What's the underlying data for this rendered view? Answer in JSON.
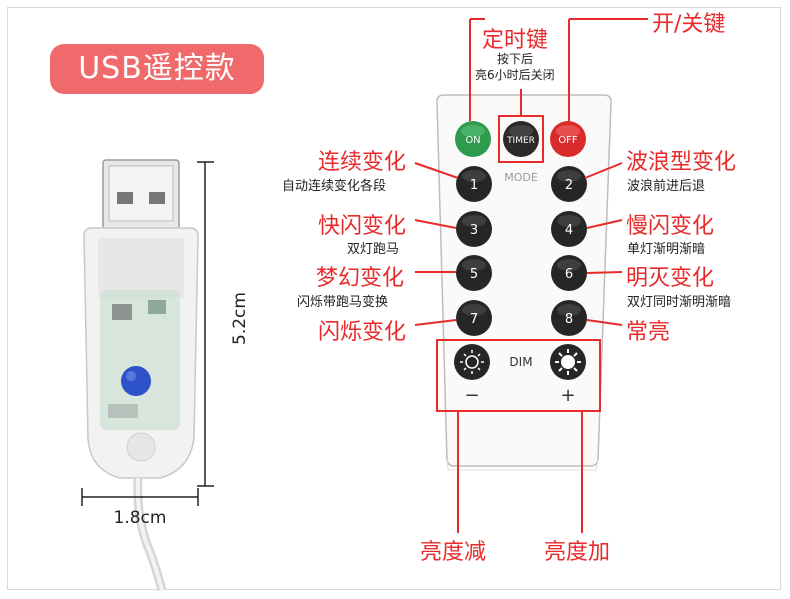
{
  "badge": {
    "label": "USB遥控款"
  },
  "usb": {
    "length_label": "5.2cm",
    "width_label": "1.8cm"
  },
  "remote": {
    "power_on_label": "ON",
    "timer_label": "TIMER",
    "power_off_label": "OFF",
    "mode_label": "MODE",
    "dim_label": "DIM",
    "minus_label": "−",
    "plus_label": "+",
    "buttons": [
      "1",
      "2",
      "3",
      "4",
      "5",
      "6",
      "7",
      "8"
    ]
  },
  "labels": {
    "timer_key": "定时键",
    "timer_desc_1": "按下后",
    "timer_desc_2": "亮6小时后关闭",
    "power_key": "开/关键",
    "mode1": "连续变化",
    "mode1_desc": "自动连续变化各段",
    "mode2": "波浪型变化",
    "mode2_desc": "波浪前进后退",
    "mode3": "快闪变化",
    "mode3_desc": "双灯跑马",
    "mode4": "慢闪变化",
    "mode4_desc": "单灯渐明渐暗",
    "mode5": "梦幻变化",
    "mode5_desc": "闪烁带跑马变换",
    "mode6": "明灭变化",
    "mode6_desc": "双灯同时渐明渐暗",
    "mode7": "闪烁变化",
    "mode8": "常亮",
    "dim_down": "亮度减",
    "dim_up": "亮度加"
  },
  "colors": {
    "accent": "#e82a2a",
    "badge": "#f06a6c",
    "on": "#2e9a4c",
    "off": "#d92b2b"
  }
}
